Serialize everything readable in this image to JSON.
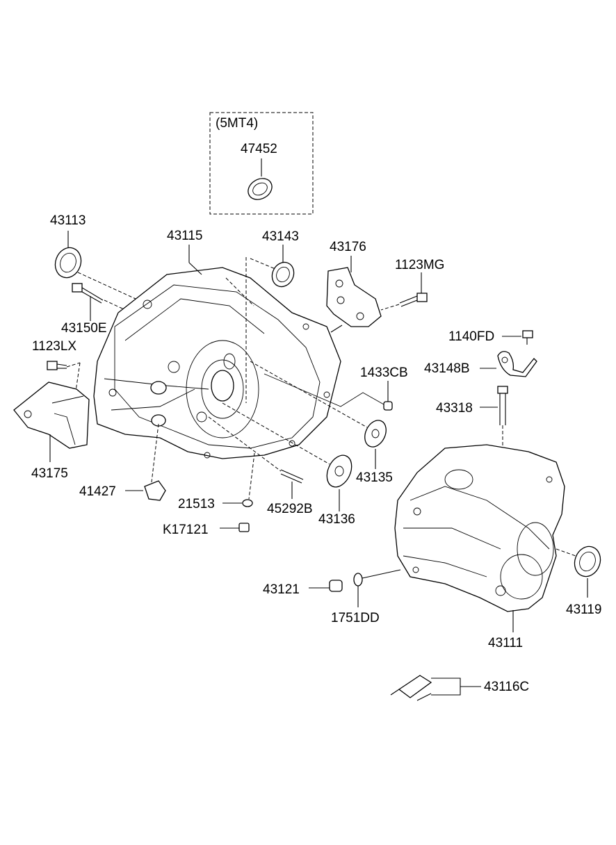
{
  "option_box": {
    "title": "(5MT4)",
    "part": "47452"
  },
  "labels": {
    "p43113": "43113",
    "p43115": "43115",
    "p43143": "43143",
    "p43176": "43176",
    "p1123MG": "1123MG",
    "p43150E": "43150E",
    "p1123LX": "1123LX",
    "p1140FD": "1140FD",
    "p43148B": "43148B",
    "p1433CB": "1433CB",
    "p43318": "43318",
    "p43175": "43175",
    "p43135": "43135",
    "p41427": "41427",
    "p21513": "21513",
    "p45292B": "45292B",
    "p43136": "43136",
    "pK17121": "K17121",
    "p43121": "43121",
    "p1751DD": "1751DD",
    "p43119": "43119",
    "p43111": "43111",
    "p43116C": "43116C"
  }
}
